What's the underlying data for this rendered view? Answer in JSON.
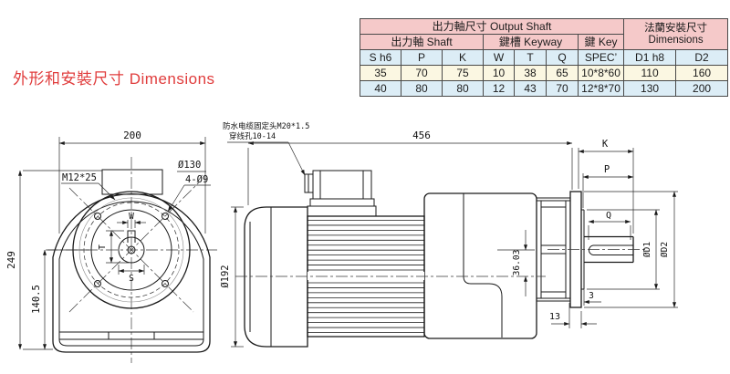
{
  "title": "外形和安裝尺寸 Dimensions",
  "colors": {
    "header_pink": "#f5c9c9",
    "row_blue": "#dcedf6",
    "row_cream": "#fbf7e2",
    "title_red": "#e03c3c",
    "line": "#1a1a1a"
  },
  "table": {
    "group_output_shaft": "出力軸尺寸 Output Shaft",
    "group_flange_line1": "法蘭安裝尺寸",
    "group_flange_line2": "Dimensions",
    "sub_shaft": "出力軸 Shaft",
    "sub_keyway": "鍵槽 Keyway",
    "sub_key": "鍵 Key",
    "columns": [
      "S h6",
      "P",
      "K",
      "W",
      "T",
      "Q",
      "SPEC’",
      "D1 h8",
      "D2"
    ],
    "rows": [
      [
        "35",
        "70",
        "75",
        "10",
        "38",
        "65",
        "10*8*60",
        "110",
        "160"
      ],
      [
        "40",
        "80",
        "80",
        "12",
        "43",
        "70",
        "12*8*70",
        "130",
        "200"
      ]
    ]
  },
  "front_view": {
    "dim_width": "200",
    "dim_height": "249",
    "dim_base": "140.5",
    "label_tap": "M12*25",
    "label_flange_circle": "Ø130",
    "label_holes": "4-Ø9",
    "dim_w": "W",
    "dim_t": "T",
    "dim_s": "S"
  },
  "side_view": {
    "dim_length": "456",
    "dim_fan_dia": "Ø192",
    "dim_axis_offset": "36.03",
    "dim_flange_thick": "13",
    "dim_boss": "3",
    "cable_label_line1": "防水电缆固定头M20*1.5",
    "cable_label_line2": "穿线孔10-14"
  },
  "output_shaft": {
    "dim_k": "K",
    "dim_p": "P",
    "dim_q": "Q",
    "dim_d1": "ØD1",
    "dim_d2": "ØD2"
  }
}
